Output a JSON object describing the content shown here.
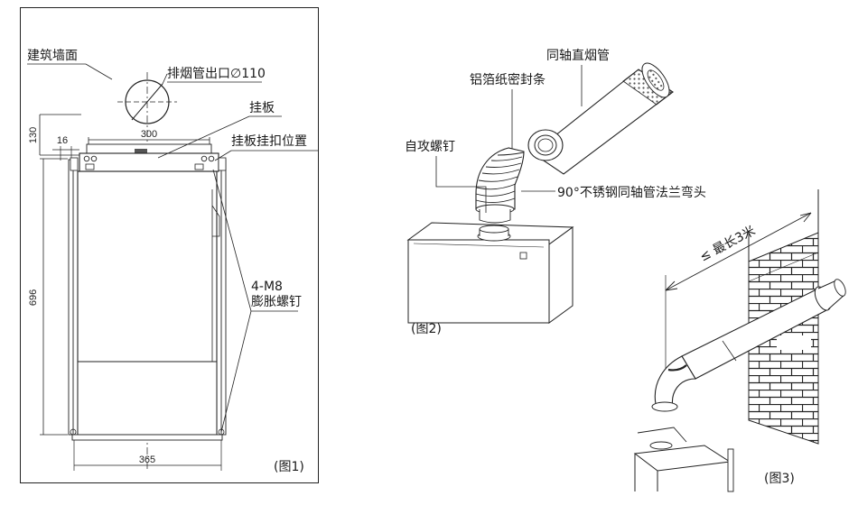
{
  "fig1": {
    "wall_label": "建筑墙面",
    "outlet_label": "排烟管出口∅110",
    "plate_label": "挂板",
    "buckle_label": "挂板挂扣位置",
    "screw_label_line1": "4-M8",
    "screw_label_line2": "膨胀螺钉",
    "dim_300": "300",
    "dim_130": "130",
    "dim_16": "16",
    "dim_696": "696",
    "dim_365": "365",
    "caption": "(图1)"
  },
  "fig2": {
    "pipe_label": "同轴直烟管",
    "foil_label": "铝箔纸密封条",
    "screw_label": "自攻螺钉",
    "elbow_label": "90°不锈钢同轴管法兰弯头",
    "caption": "(图2)"
  },
  "fig3": {
    "length_label": "≤ 最长3米",
    "caption": "(图3)"
  }
}
